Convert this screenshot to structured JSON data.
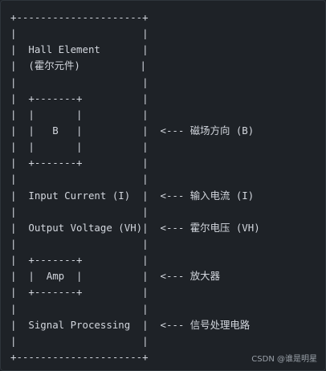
{
  "code_lines": [
    "+---------------------+",
    "|                     |",
    "|  Hall Element       |",
    "|  (霍尔元件)          |",
    "|                     |",
    "|  +-------+          |",
    "|  |       |          |",
    "|  |   B   |          |  <--- 磁场方向 (B)",
    "|  |       |          |",
    "|  +-------+          |",
    "|                     |",
    "|  Input Current (I)  |  <--- 输入电流 (I)",
    "|                     |",
    "|  Output Voltage (VH)|  <--- 霍尔电压 (VH)",
    "|                     |",
    "|  +-------+          |",
    "|  |  Amp  |          |  <--- 放大器",
    "|  +-------+          |",
    "|                     |",
    "|  Signal Processing  |  <--- 信号处理电路",
    "|                     |",
    "+---------------------+"
  ],
  "watermark": "CSDN @谁是明星"
}
